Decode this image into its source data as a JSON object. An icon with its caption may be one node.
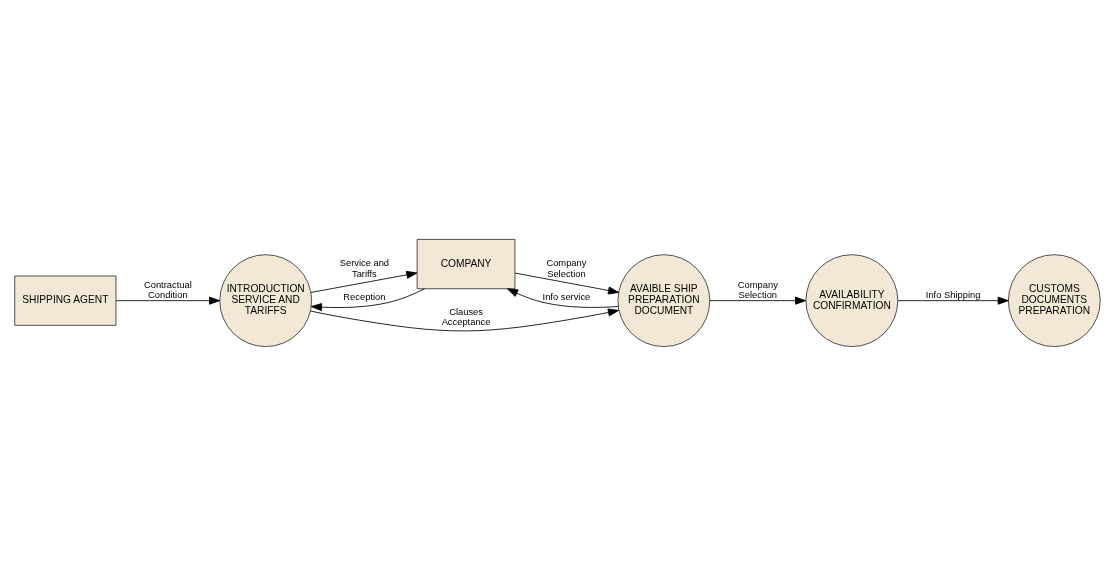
{
  "diagram": {
    "nodes": [
      {
        "text": [
          "SHIPPING AGENT"
        ]
      },
      {
        "text": [
          "COMPANY"
        ]
      },
      {
        "text": [
          "INTRODUCTION SERVICE AND TARIFFS"
        ]
      },
      {
        "text": [
          "AVAIBLE SHIP PREPARATION DOCUMENT"
        ]
      },
      {
        "text": [
          "AVAILABILITY CONFIRMATION"
        ]
      },
      {
        "text": [
          "CUSTOMS DOCUMENTS PREPARATION"
        ]
      }
    ],
    "edges": [
      {
        "from": 0,
        "to": 2,
        "arrow": "to",
        "label": "Contractual Condition"
      },
      {
        "from": 2,
        "to": 1,
        "arrow": "to",
        "label": "Service and Tariffs"
      },
      {
        "from": 1,
        "to": 2,
        "arrow": "to",
        "label": "Reception"
      },
      {
        "from": 3,
        "to": 1,
        "arrow": "to",
        "label": "Info service"
      },
      {
        "from": 1,
        "to": 3,
        "arrow": "to",
        "label": "Company Selection"
      },
      {
        "from": 2,
        "to": 3,
        "arrow": "to",
        "label": "Clauses Acceptance"
      },
      {
        "from": 3,
        "to": 4,
        "arrow": "to",
        "label": "Company Selection"
      },
      {
        "from": 4,
        "to": 5,
        "arrow": "to",
        "label": "Info Shipping"
      }
    ]
  }
}
